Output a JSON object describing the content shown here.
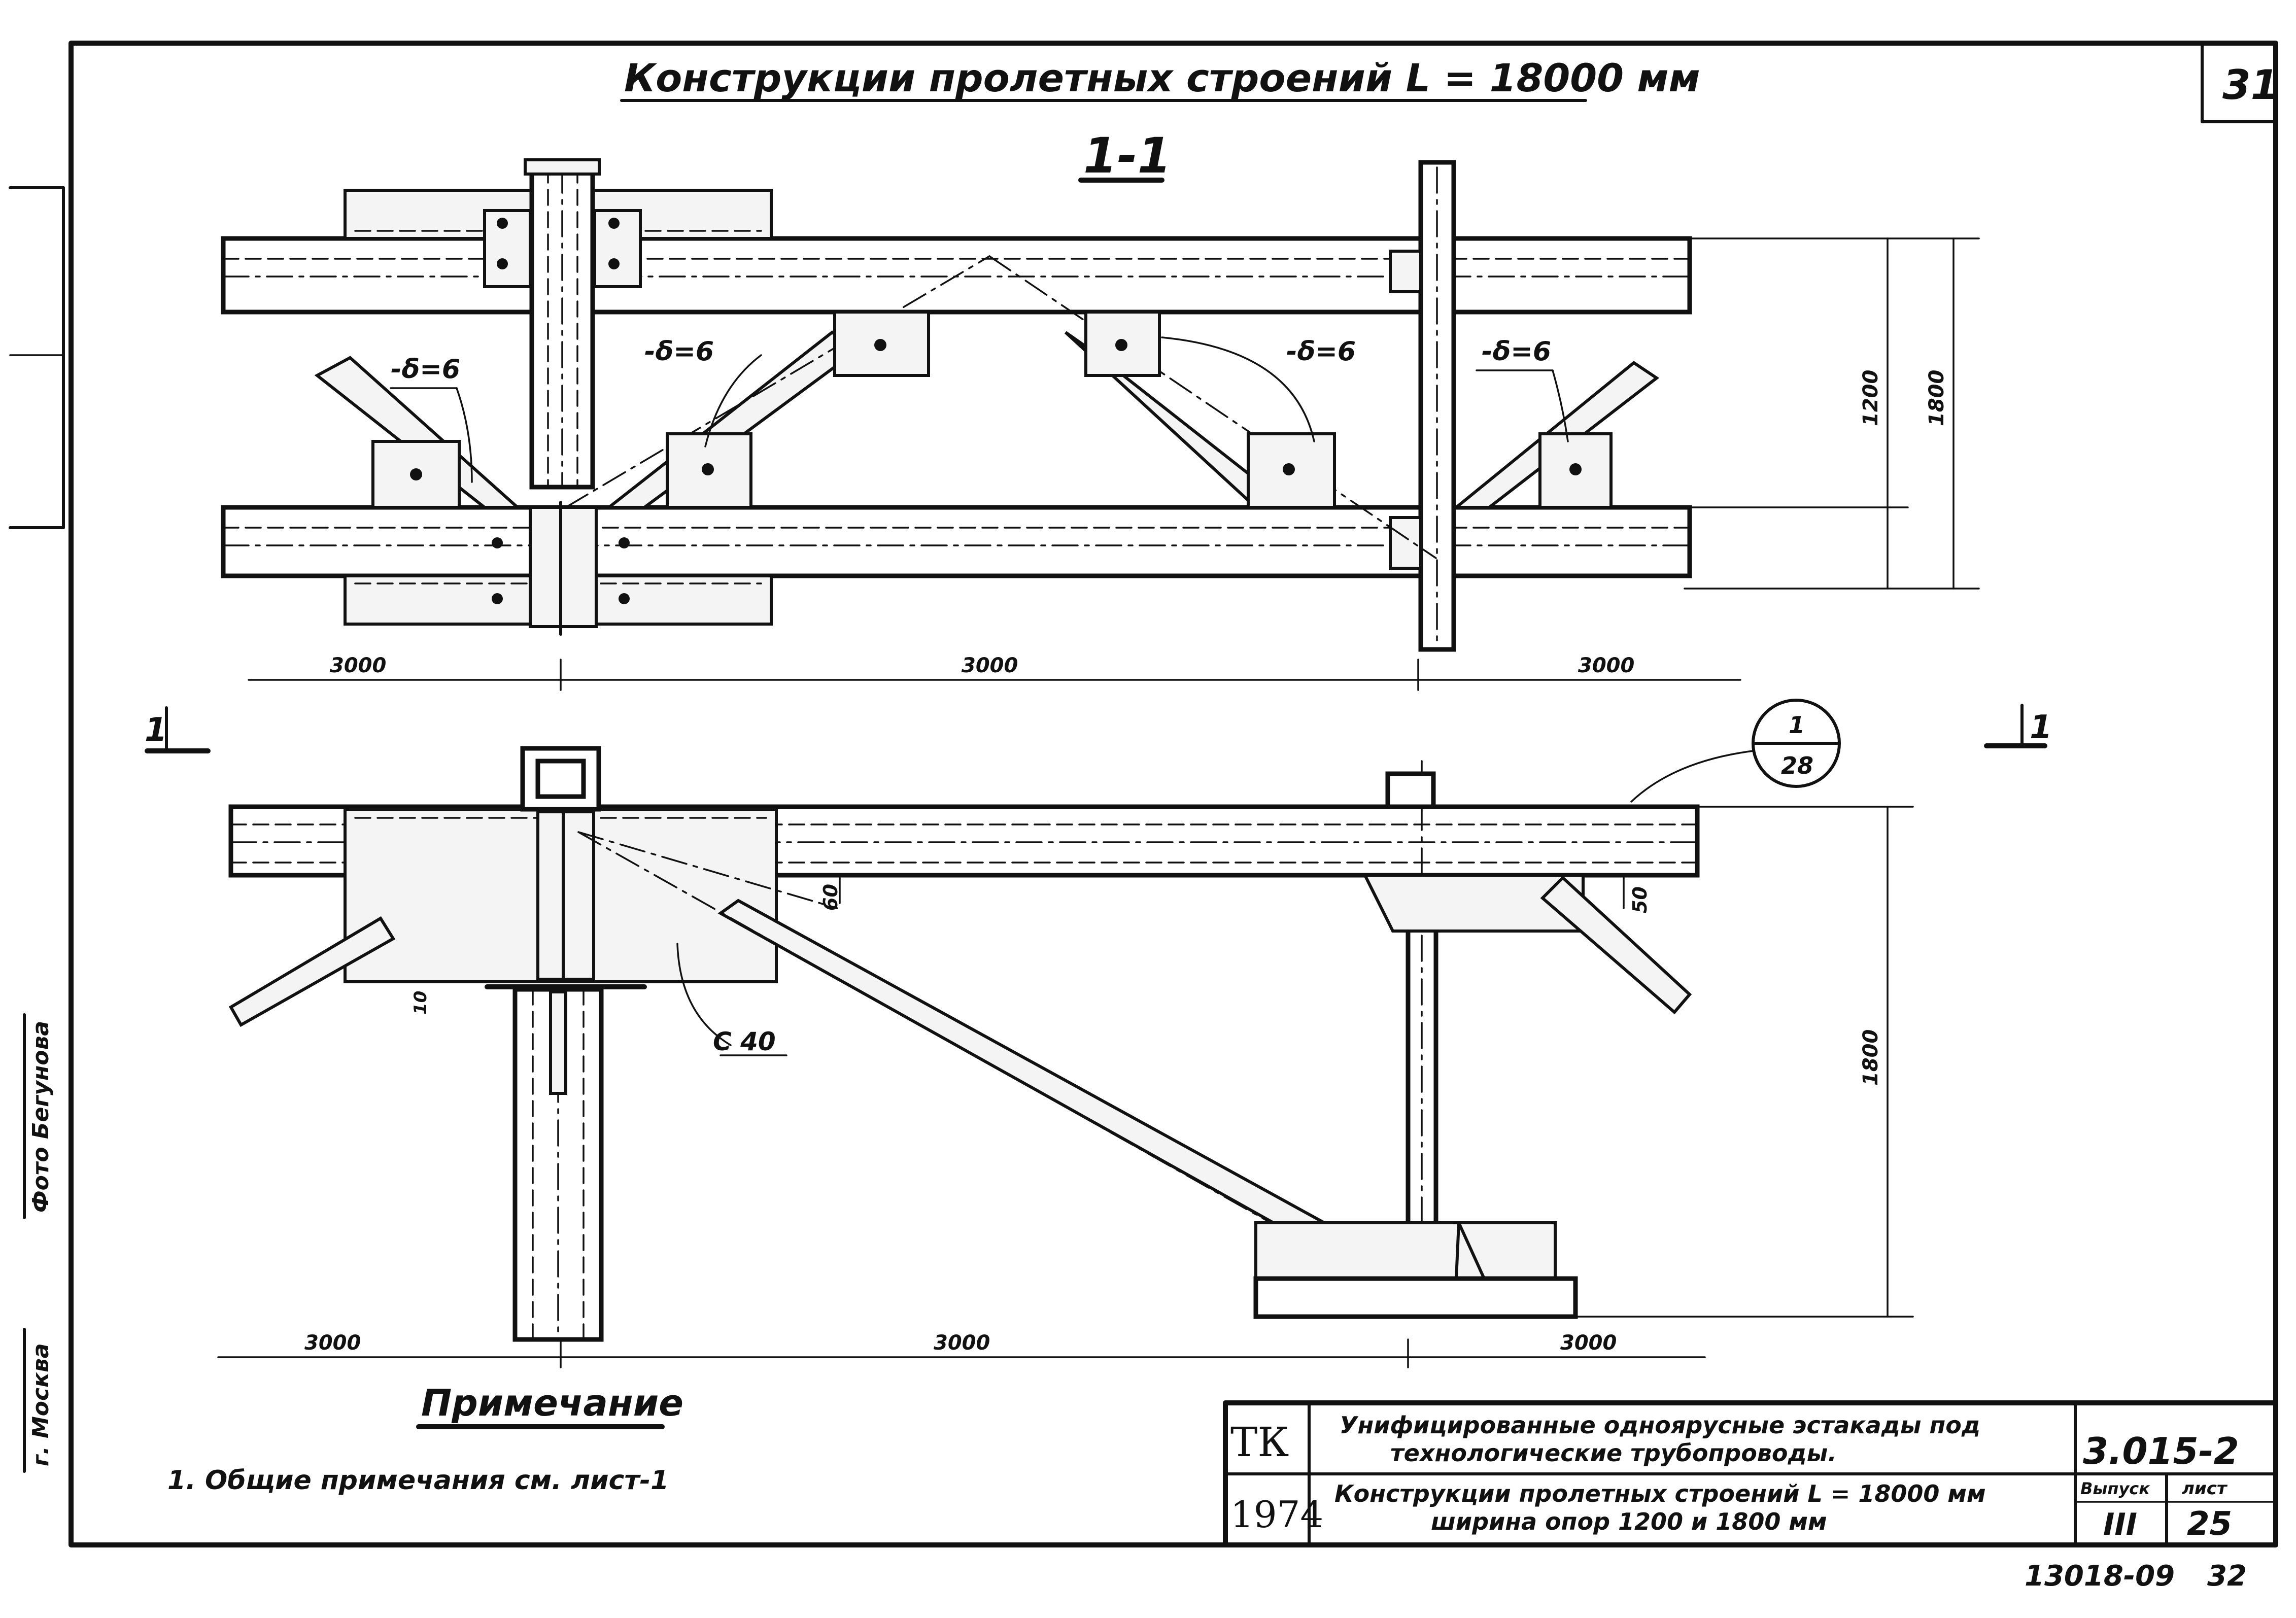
{
  "sheet": {
    "title": "Конструкции  пролетных  строений  L = 18000 мм",
    "sheet_number": "31",
    "section_label": "1-1",
    "cut_marker": "1"
  },
  "upper_view": {
    "plate_labels": [
      "-δ=6",
      "-δ=6",
      "-δ=6",
      "-δ=6"
    ],
    "spans": [
      "3000",
      "3000",
      "3000"
    ],
    "height_dims": [
      "1200",
      "1800"
    ]
  },
  "lower_view": {
    "node_ref_top": "1",
    "node_ref_bottom": "28",
    "dim_60": "60",
    "dim_50": "50",
    "dim_10": "10",
    "channel_label": "С 40",
    "height_dim": "1800",
    "spans": [
      "3000",
      "3000",
      "3000"
    ]
  },
  "note": {
    "heading": "Примечание",
    "line1": "1.  Общие  примечания  см.  лист-1"
  },
  "title_block": {
    "org": "ТК",
    "year": "1974",
    "desc_line1": "Унифицированные  одноярусные  эстакады  под",
    "desc_line2": "технологические  трубопроводы.",
    "desc_line3": "Конструкции  пролетных  строений  L = 18000 мм",
    "desc_line4": "ширина  опор  1200  и  1800 мм",
    "code": "3.015-2",
    "issue_label": "Выпуск",
    "issue_value": "III",
    "sheet_label": "лист",
    "sheet_value": "25"
  },
  "margin": {
    "stamp_top": "Фото  Бегунова",
    "stamp_bottom": "г. Москва"
  },
  "footer": {
    "doc_number": "13018-09",
    "page": "32"
  }
}
